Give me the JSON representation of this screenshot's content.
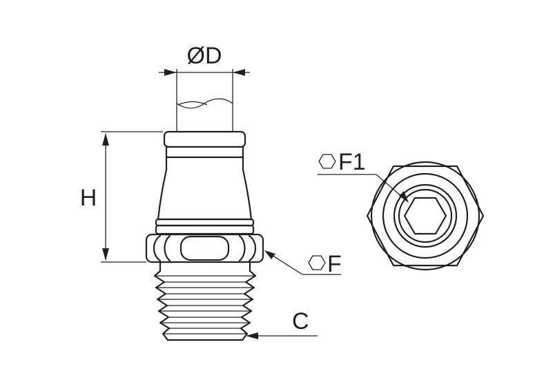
{
  "labels": {
    "diameter": "ØD",
    "height": "H",
    "hex": "F",
    "thread": "C",
    "inner_hex": "F1"
  },
  "colors": {
    "line": "#231f20",
    "background": "#ffffff"
  }
}
